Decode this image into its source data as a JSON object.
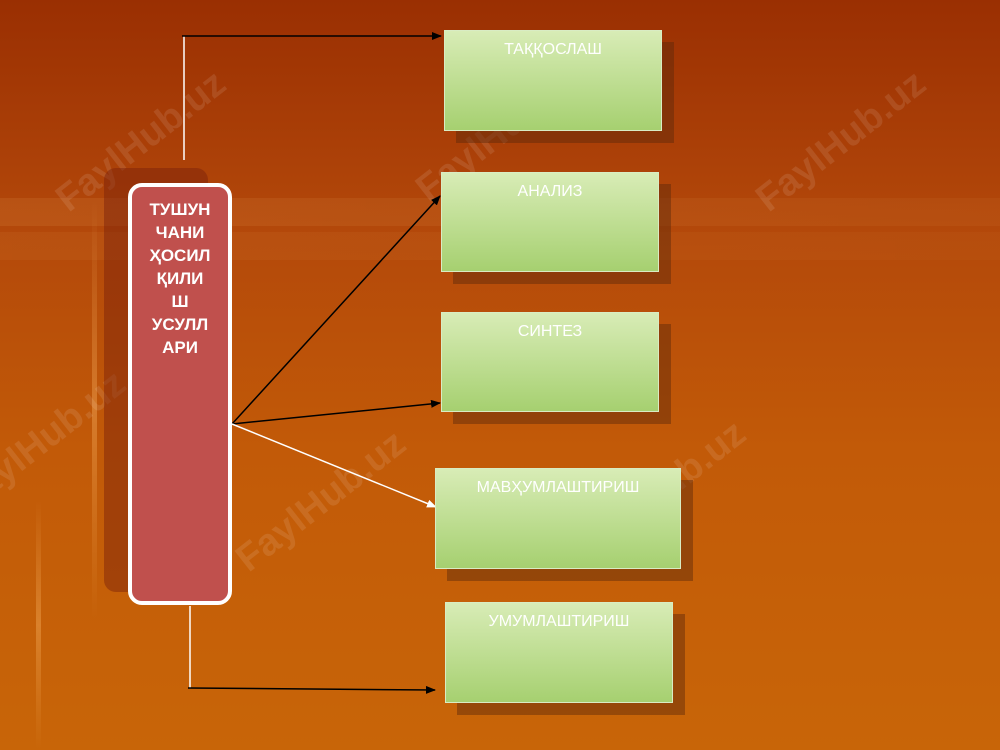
{
  "diagram": {
    "source": {
      "lines": [
        "ТУШУН",
        "ЧАНИ",
        "ҲОСИЛ",
        "ҚИЛИ",
        "Ш",
        "УСУЛЛ",
        "АРИ"
      ]
    },
    "targets": [
      {
        "label": "ТАҚҚОСЛАШ"
      },
      {
        "label": "АНАЛИЗ"
      },
      {
        "label": "СИНТЕЗ"
      },
      {
        "label": "МАВҲУМЛАШТИРИШ"
      },
      {
        "label": "УМУМЛАШТИРИШ"
      }
    ],
    "colors": {
      "source_fill": "#c0504d",
      "source_border": "#ffffff",
      "target_fill_top": "#d8ecb6",
      "target_fill_bottom": "#a6d070",
      "arrow_dark": "#000000",
      "arrow_light": "#ffffff"
    }
  },
  "watermark": {
    "text": "FaylHub.uz"
  }
}
